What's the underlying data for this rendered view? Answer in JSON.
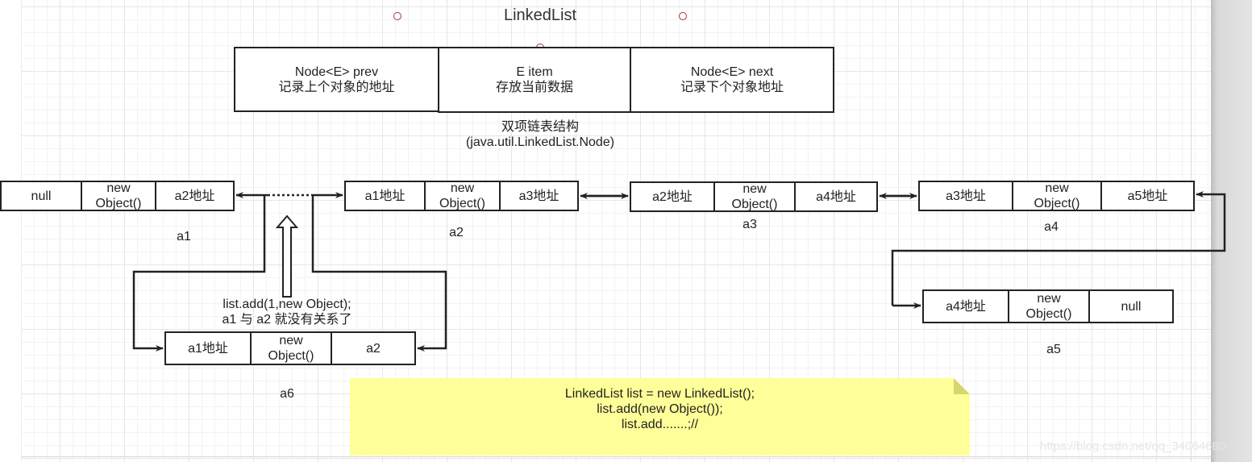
{
  "title": "LinkedList",
  "node_structure": {
    "prev": "Node<E> prev\n记录上个对象的地址",
    "item": "E item\n存放当前数据",
    "next": "Node<E> next\n记录下个对象地址",
    "caption": "双项链表结构\n(java.util.LinkedList.Node)"
  },
  "nodes": {
    "a1": {
      "cells": [
        "null",
        "new\nObject()",
        "a2地址"
      ],
      "label": "a1"
    },
    "a2": {
      "cells": [
        "a1地址",
        "new\nObject()",
        "a3地址"
      ],
      "label": "a2"
    },
    "a3": {
      "cells": [
        "a2地址",
        "new\nObject()",
        "a4地址"
      ],
      "label": "a3"
    },
    "a4": {
      "cells": [
        "a3地址",
        "new\nObject()",
        "a5地址"
      ],
      "label": "a4"
    },
    "a5": {
      "cells": [
        "a4地址",
        "new\nObject()",
        "null"
      ],
      "label": "a5"
    },
    "a6": {
      "cells": [
        "a1地址",
        "new\nObject()",
        "a2"
      ],
      "label": "a6"
    }
  },
  "insert_note": "list.add(1,new Object);\na1 与 a2 就没有关系了",
  "code_note": {
    "lines": [
      "LinkedList list = new LinkedList();",
      "list.add(new Object());",
      "list.add.......;//"
    ]
  },
  "watermark": "https://blog.csdn.net/qq_34064680",
  "colors": {
    "note": "#ffff99",
    "stroke": "#222222",
    "grid": "#e6e6e6"
  }
}
